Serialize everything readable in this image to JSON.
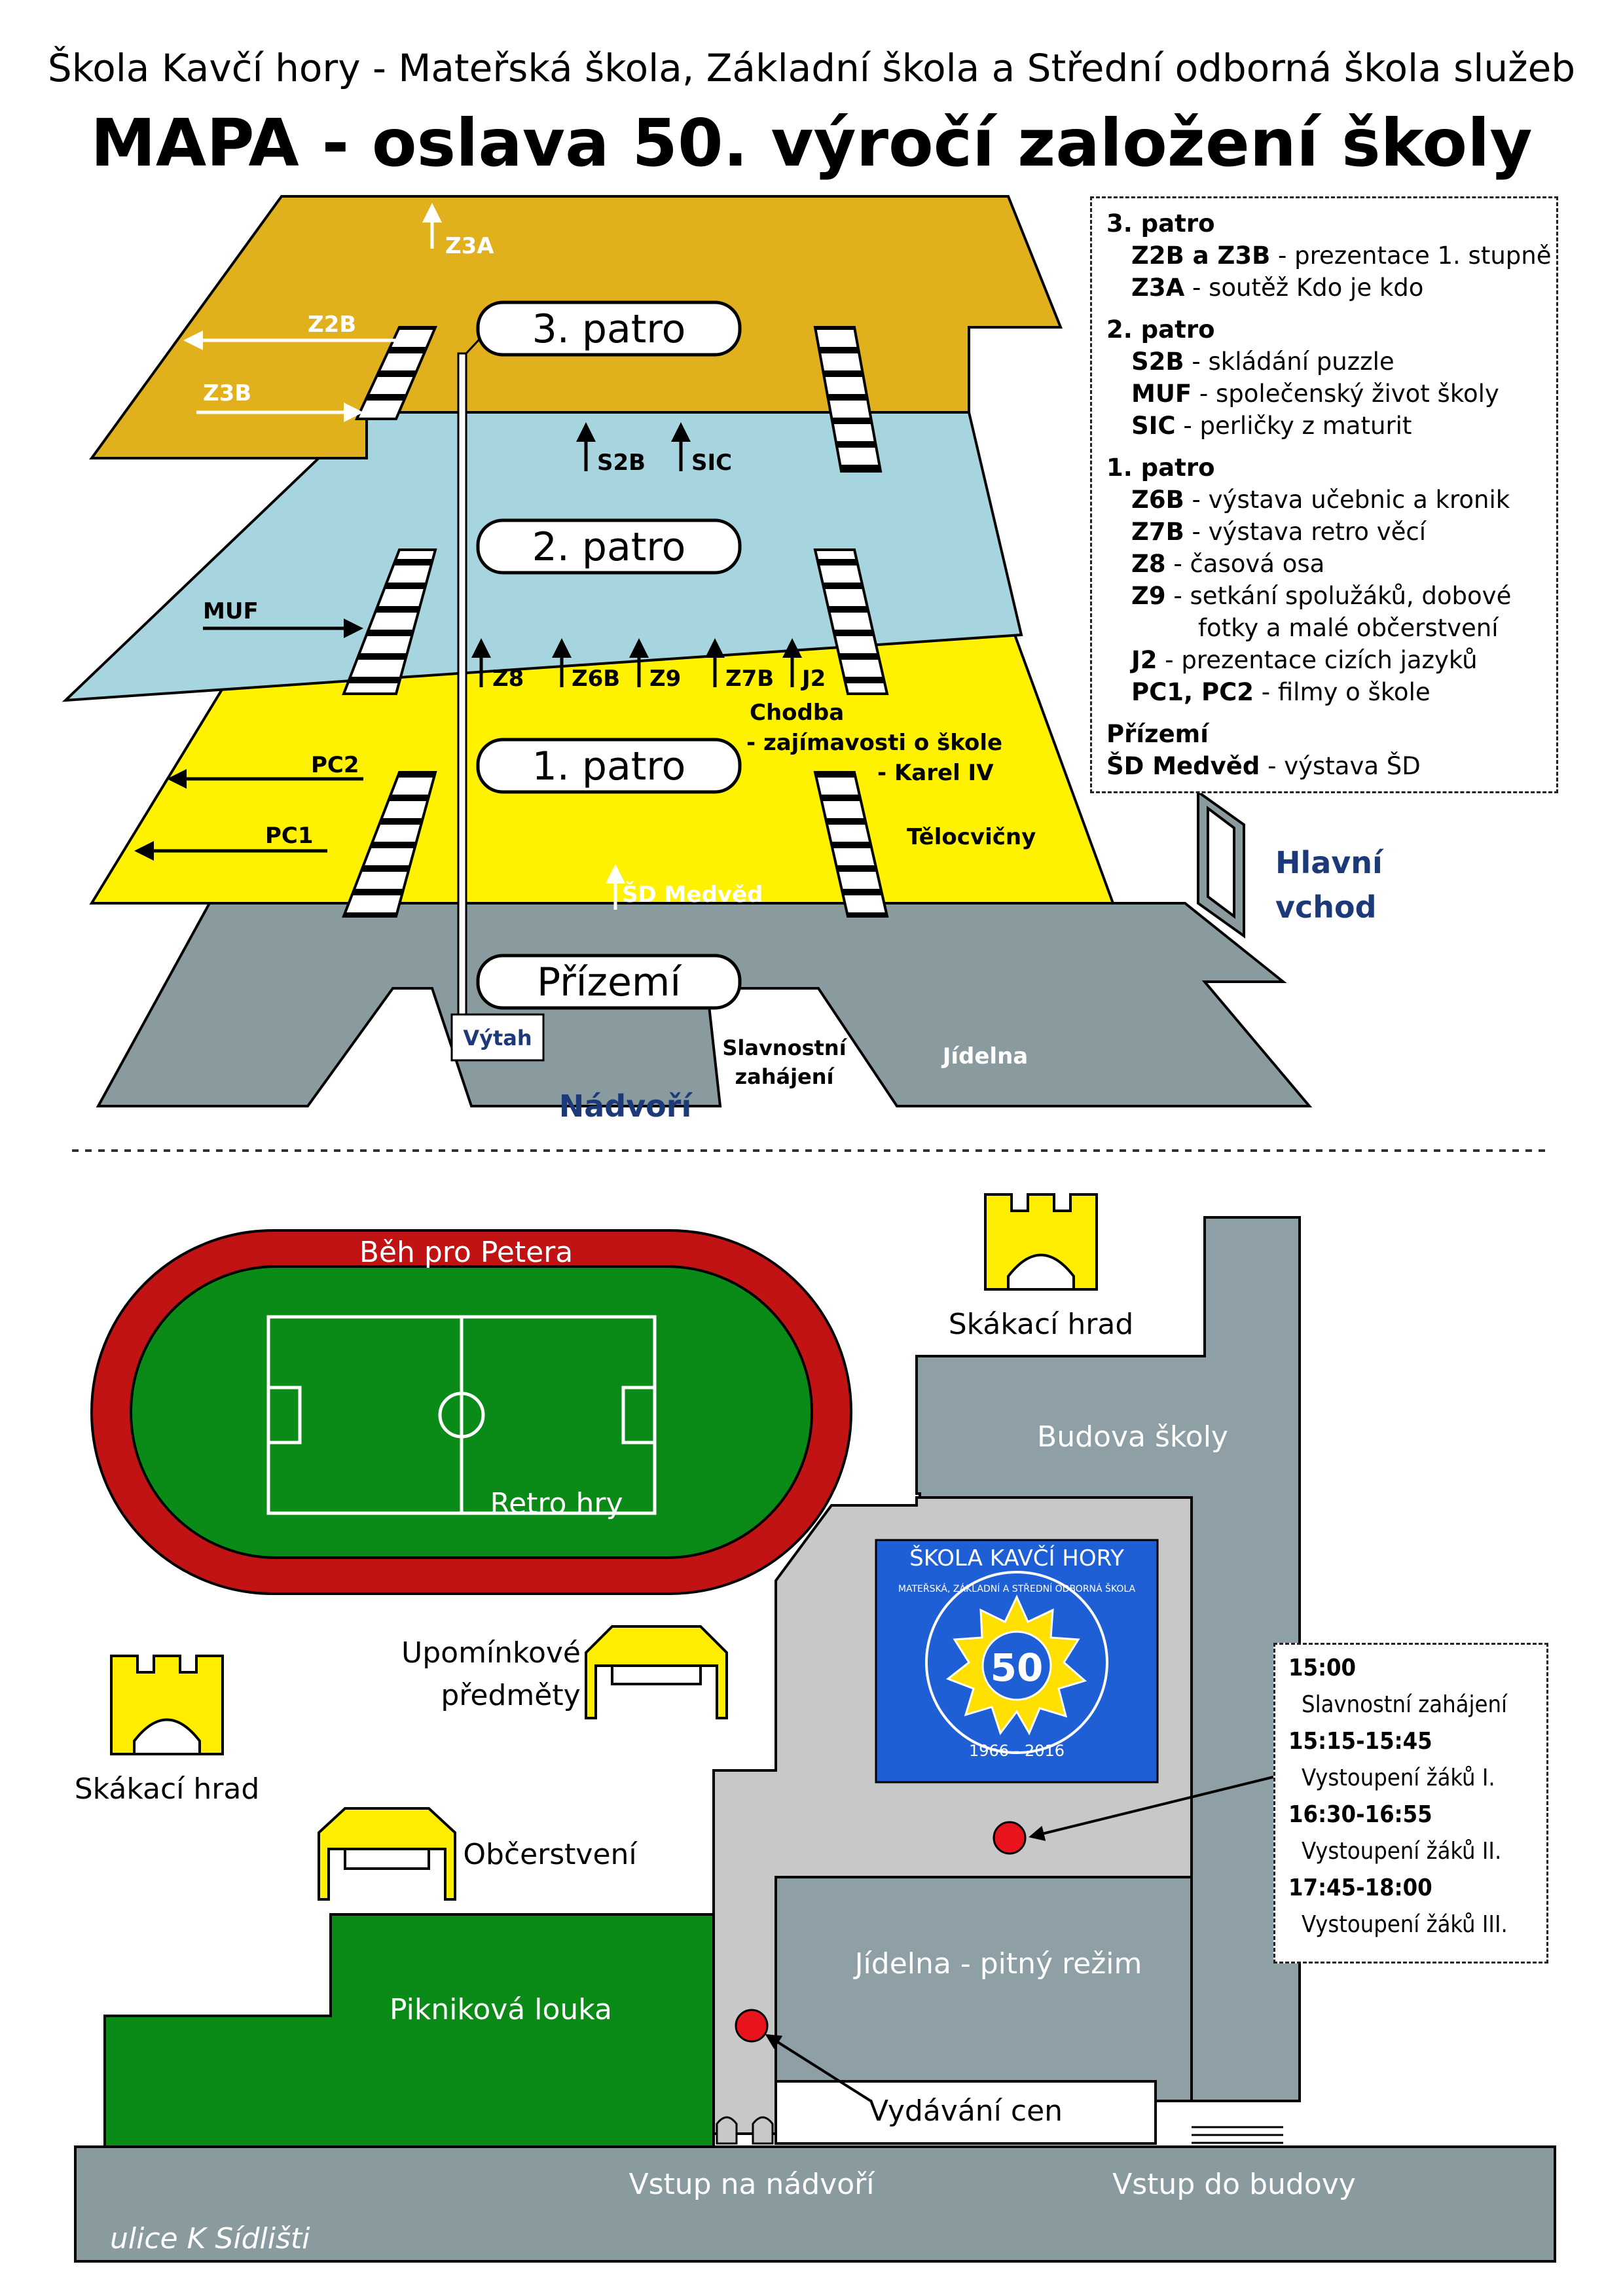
{
  "header": {
    "school_name": "Škola Kavčí hory - Mateřská škola, Základní škola a Střední odborná škola služeb",
    "title": "MAPA - oslava 50. výročí založení školy"
  },
  "floors": {
    "floor3": "3. patro",
    "floor2": "2. patro",
    "floor1": "1. patro",
    "ground": "Přízemí"
  },
  "room_labels": {
    "z3a": "Z3A",
    "z2b": "Z2B",
    "z3b": "Z3B",
    "s2b": "S2B",
    "sic": "SIC",
    "muf": "MUF",
    "z8": "Z8",
    "z6b": "Z6B",
    "z9": "Z9",
    "z7b": "Z7B",
    "j2": "J2",
    "pc2": "PC2",
    "pc1": "PC1",
    "chodba_1": "Chodba",
    "chodba_2": "- zajímavosti o škole",
    "chodba_3": "- Karel IV",
    "telocvicny": "Tělocvičny",
    "sd_medved": "ŠD Medvěd",
    "hlavni": "Hlavní",
    "vchod": "vchod",
    "vytah": "Výtah",
    "slavnostni_1": "Slavnostní",
    "slavnostni_2": "zahájení",
    "jidelna": "Jídelna",
    "nadvori": "Nádvoří"
  },
  "legend": {
    "floor3_title": "3. patro",
    "floor3_items": [
      {
        "code": "Z2B a Z3B",
        "desc": "prezentace 1. stupně"
      },
      {
        "code": "Z3A",
        "desc": "soutěž Kdo je kdo"
      }
    ],
    "floor2_title": "2. patro",
    "floor2_items": [
      {
        "code": "S2B",
        "desc": "skládání puzzle"
      },
      {
        "code": "MUF",
        "desc": "společenský život školy"
      },
      {
        "code": "SIC",
        "desc": "perličky z maturit"
      }
    ],
    "floor1_title": "1. patro",
    "floor1_items": [
      {
        "code": "Z6B",
        "desc": "výstava učebnic a kronik"
      },
      {
        "code": "Z7B",
        "desc": "výstava retro věcí"
      },
      {
        "code": "Z8",
        "desc": "časová osa"
      },
      {
        "code": "Z9",
        "desc": "setkání spolužáků, dobové"
      },
      {
        "code": "J2",
        "desc": "prezentace cizích jazyků"
      },
      {
        "code": "PC1, PC2",
        "desc": "filmy o škole"
      }
    ],
    "z9_continuation": "fotky a malé občerstvení",
    "ground_title": "Přízemí",
    "ground_items": [
      {
        "code": "ŠD Medvěd",
        "desc": "výstava ŠD"
      }
    ]
  },
  "site": {
    "track": "Běh pro Petera",
    "retro": "Retro hry",
    "castle_top": "Skákací hrad",
    "castle_left": "Skákací hrad",
    "building": "Budova školy",
    "souvenirs_1": "Upomínkové",
    "souvenirs_2": "předměty",
    "refreshments": "Občerstvení",
    "picnic": "Pikniková louka",
    "canteen": "Jídelna - pitný režim",
    "awards": "Vydávání cen",
    "entry_yard": "Vstup na nádvoří",
    "entry_building": "Vstup do budovy",
    "street": "ulice K Sídlišti"
  },
  "logo": {
    "arc_top": "ŠKOLA KAVČÍ HORY",
    "arc_sub": "MATEŘSKÁ, ZÁKLADNÍ A STŘEDNÍ ODBORNÁ ŠKOLA",
    "number": "50",
    "years": "1966 - 2016"
  },
  "schedule": [
    {
      "time": "15:00",
      "event": "Slavnostní zahájení"
    },
    {
      "time": "15:15-15:45",
      "event": "Vystoupení žáků I."
    },
    {
      "time": "16:30-16:55",
      "event": "Vystoupení žáků II."
    },
    {
      "time": "17:45-18:00",
      "event": "Vystoupení žáků III."
    }
  ],
  "colors": {
    "floor3": "#e1b01d",
    "floor2": "#a6d4df",
    "floor1": "#fff200",
    "ground": "#8a9ba0",
    "grass": "#0a8a16",
    "track": "#c11313",
    "building": "#8e9fa5",
    "courtyard": "#c8c8c8",
    "street": "#8a9ba0",
    "navy": "#1d3a78",
    "logo_bg": "#1f5fd6",
    "marker": "#e8131d"
  }
}
